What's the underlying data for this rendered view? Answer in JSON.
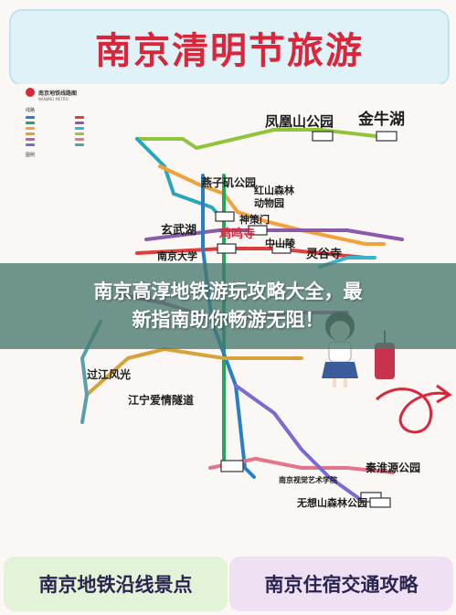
{
  "header": {
    "title": "南京清明节旅游"
  },
  "legend": {
    "title": "南京地铁线路图",
    "subtitle": "NANJING METRO",
    "section_lines": "线路",
    "section_symbols": "图例",
    "line_colors": [
      "#2a7fc4",
      "#e23b3b",
      "#26a65b",
      "#8b5aa8",
      "#f2a23b",
      "#3bb3c9",
      "#d6a33b",
      "#9dc23b",
      "#c95b9b",
      "#e5748b",
      "#7a6ad1",
      "#5aa0a8"
    ]
  },
  "map": {
    "stations": [
      {
        "name": "凤凰山公园",
        "size": "lg"
      },
      {
        "name": "金牛湖",
        "size": "lg"
      },
      {
        "name": "燕子矶公园",
        "size": "lg"
      },
      {
        "name": "红山森林",
        "size": "md"
      },
      {
        "name": "动物园",
        "size": "md"
      },
      {
        "name": "神策门",
        "size": "md"
      },
      {
        "name": "玄武湖",
        "size": "lg"
      },
      {
        "name": "鸡鸣寺",
        "size": "lg"
      },
      {
        "name": "中山陵",
        "size": "md"
      },
      {
        "name": "灵谷寺",
        "size": "lg"
      },
      {
        "name": "南京大学",
        "size": "md"
      },
      {
        "name": "过江风光",
        "size": "md"
      },
      {
        "name": "江宁爱情隧道",
        "size": "md"
      },
      {
        "name": "秦淮源公园",
        "size": "md"
      },
      {
        "name": "南京视觉艺术学院",
        "size": "sm"
      },
      {
        "name": "无想山森林公园",
        "size": "md"
      }
    ]
  },
  "overlay": {
    "line1": "南京高淳地铁游玩攻略大全，最",
    "line2": "新指南助你畅游无阻！"
  },
  "footer": {
    "left_label": "南京地铁沿线景点",
    "right_label": "南京住宿交通攻略"
  },
  "colors": {
    "accent": "#d9263b",
    "overlay": "#46786e"
  }
}
